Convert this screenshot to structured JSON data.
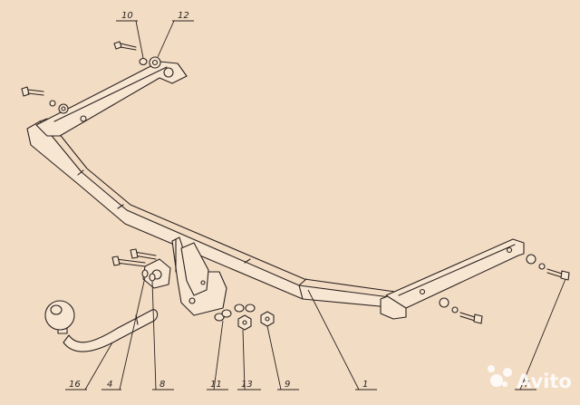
{
  "callouts": [
    {
      "id": "c10",
      "label": "10"
    },
    {
      "id": "c12",
      "label": "12"
    },
    {
      "id": "c16",
      "label": "16"
    },
    {
      "id": "c4",
      "label": "4"
    },
    {
      "id": "c8",
      "label": "8"
    },
    {
      "id": "c11",
      "label": "11"
    },
    {
      "id": "c13",
      "label": "13"
    },
    {
      "id": "c9",
      "label": "9"
    },
    {
      "id": "c1",
      "label": "1"
    },
    {
      "id": "c7",
      "label": "7"
    }
  ],
  "watermark": {
    "brand": "Avito",
    "icon": "avito-dots-icon"
  },
  "colors": {
    "background": "#f3dcc4",
    "line": "#2b2320",
    "watermark": "#ffffff"
  }
}
